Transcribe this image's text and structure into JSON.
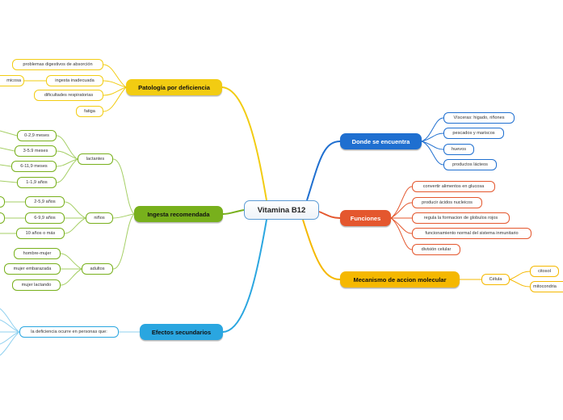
{
  "colors": {
    "yellow": "#f2cc12",
    "green": "#78b01c",
    "blue": "#1f6fd0",
    "cyan": "#2aa6e0",
    "red": "#e4572e",
    "orange": "#f5b800",
    "green_line": "#a5cf65",
    "cyan_line": "#8fd0ef"
  },
  "root": {
    "label": "Vitamina B12"
  },
  "branches": {
    "patologia": {
      "label": "Patología por deficiencia",
      "items": {
        "problemas": "problemas digestivos de absorción",
        "ingesta": "ingesta inadecuada",
        "ingesta_child": "micosa",
        "dificultades": "dificultades respiratorias",
        "fatiga": "fatiga"
      }
    },
    "ingesta": {
      "label": "Ingesta recomendada",
      "lactantes": {
        "label": "lactantes",
        "items": [
          "0-2,9 meses",
          "3-5.9 meses",
          "6-11,9 meses",
          "1-1,9 años"
        ]
      },
      "ninos": {
        "label": "niños",
        "items": [
          "2-5,9 años",
          "6-9,9 años",
          "10 años o más"
        ]
      },
      "adultos": {
        "label": "adultos",
        "items": [
          "hombre-mujer",
          "mujer embarazada",
          "mujer lactando"
        ]
      }
    },
    "efectos": {
      "label": "Efectos secundarios",
      "child": "la deficiencia ocurre en personas que:"
    },
    "donde": {
      "label": "Donde se encuentra",
      "items": [
        "Vísceras: higado, riñones",
        "pescados y mariscos",
        "huevos",
        "productos lácteos"
      ]
    },
    "funciones": {
      "label": "Funciones",
      "items": [
        "convertir alimentos en glucosa",
        "producir ácidos nucleicos",
        "regula la formacion de globulos rojos",
        "funcionamiento normal del sistema inmunitario",
        "división celular"
      ]
    },
    "mecanismo": {
      "label": "Mecanismo de accion molecular",
      "child": "Célula",
      "grandchildren": [
        "citosol",
        "mitocondria"
      ]
    }
  }
}
